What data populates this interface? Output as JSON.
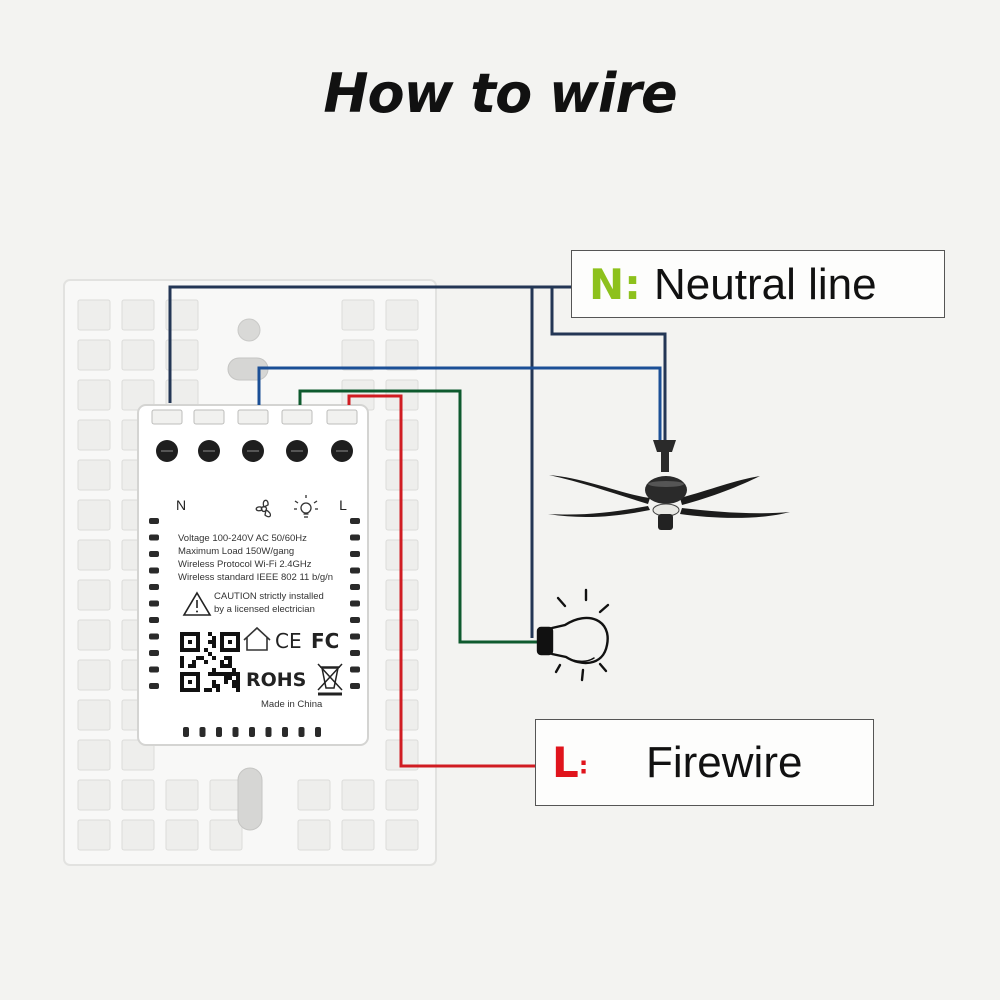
{
  "title": "How to wire",
  "colors": {
    "neutral_wire": "#233655",
    "blue_wire": "#1b4f96",
    "green_wire": "#0e5a2e",
    "red_wire": "#d01c22",
    "neutral_letter": "#8dc11c",
    "fire_letter": "#e0141c"
  },
  "labels": {
    "neutral": {
      "letter": "N",
      "sep": ":",
      "text": "Neutral line"
    },
    "fire": {
      "letter": "L",
      "sep": ":",
      "text": "Firewire"
    }
  },
  "switch": {
    "terminals": {
      "n": "N",
      "l": "L"
    },
    "terminal_icons": [
      "fan-icon",
      "bulb-icon"
    ],
    "specs": [
      "Voltage 100-240V AC 50/60Hz",
      "Maximum Load 150W/gang",
      "Wireless Protocol Wi-Fi 2.4GHz",
      "Wireless standard IEEE 802  11 b/g/n"
    ],
    "caution_line1": "CAUTION  strictly installed",
    "caution_line2": "by a licensed electrician",
    "ce": "CE",
    "fc": "FC",
    "rohs": "ROHS",
    "made_in": "Made in China"
  },
  "devices": [
    "ceiling-fan",
    "light-bulb"
  ]
}
